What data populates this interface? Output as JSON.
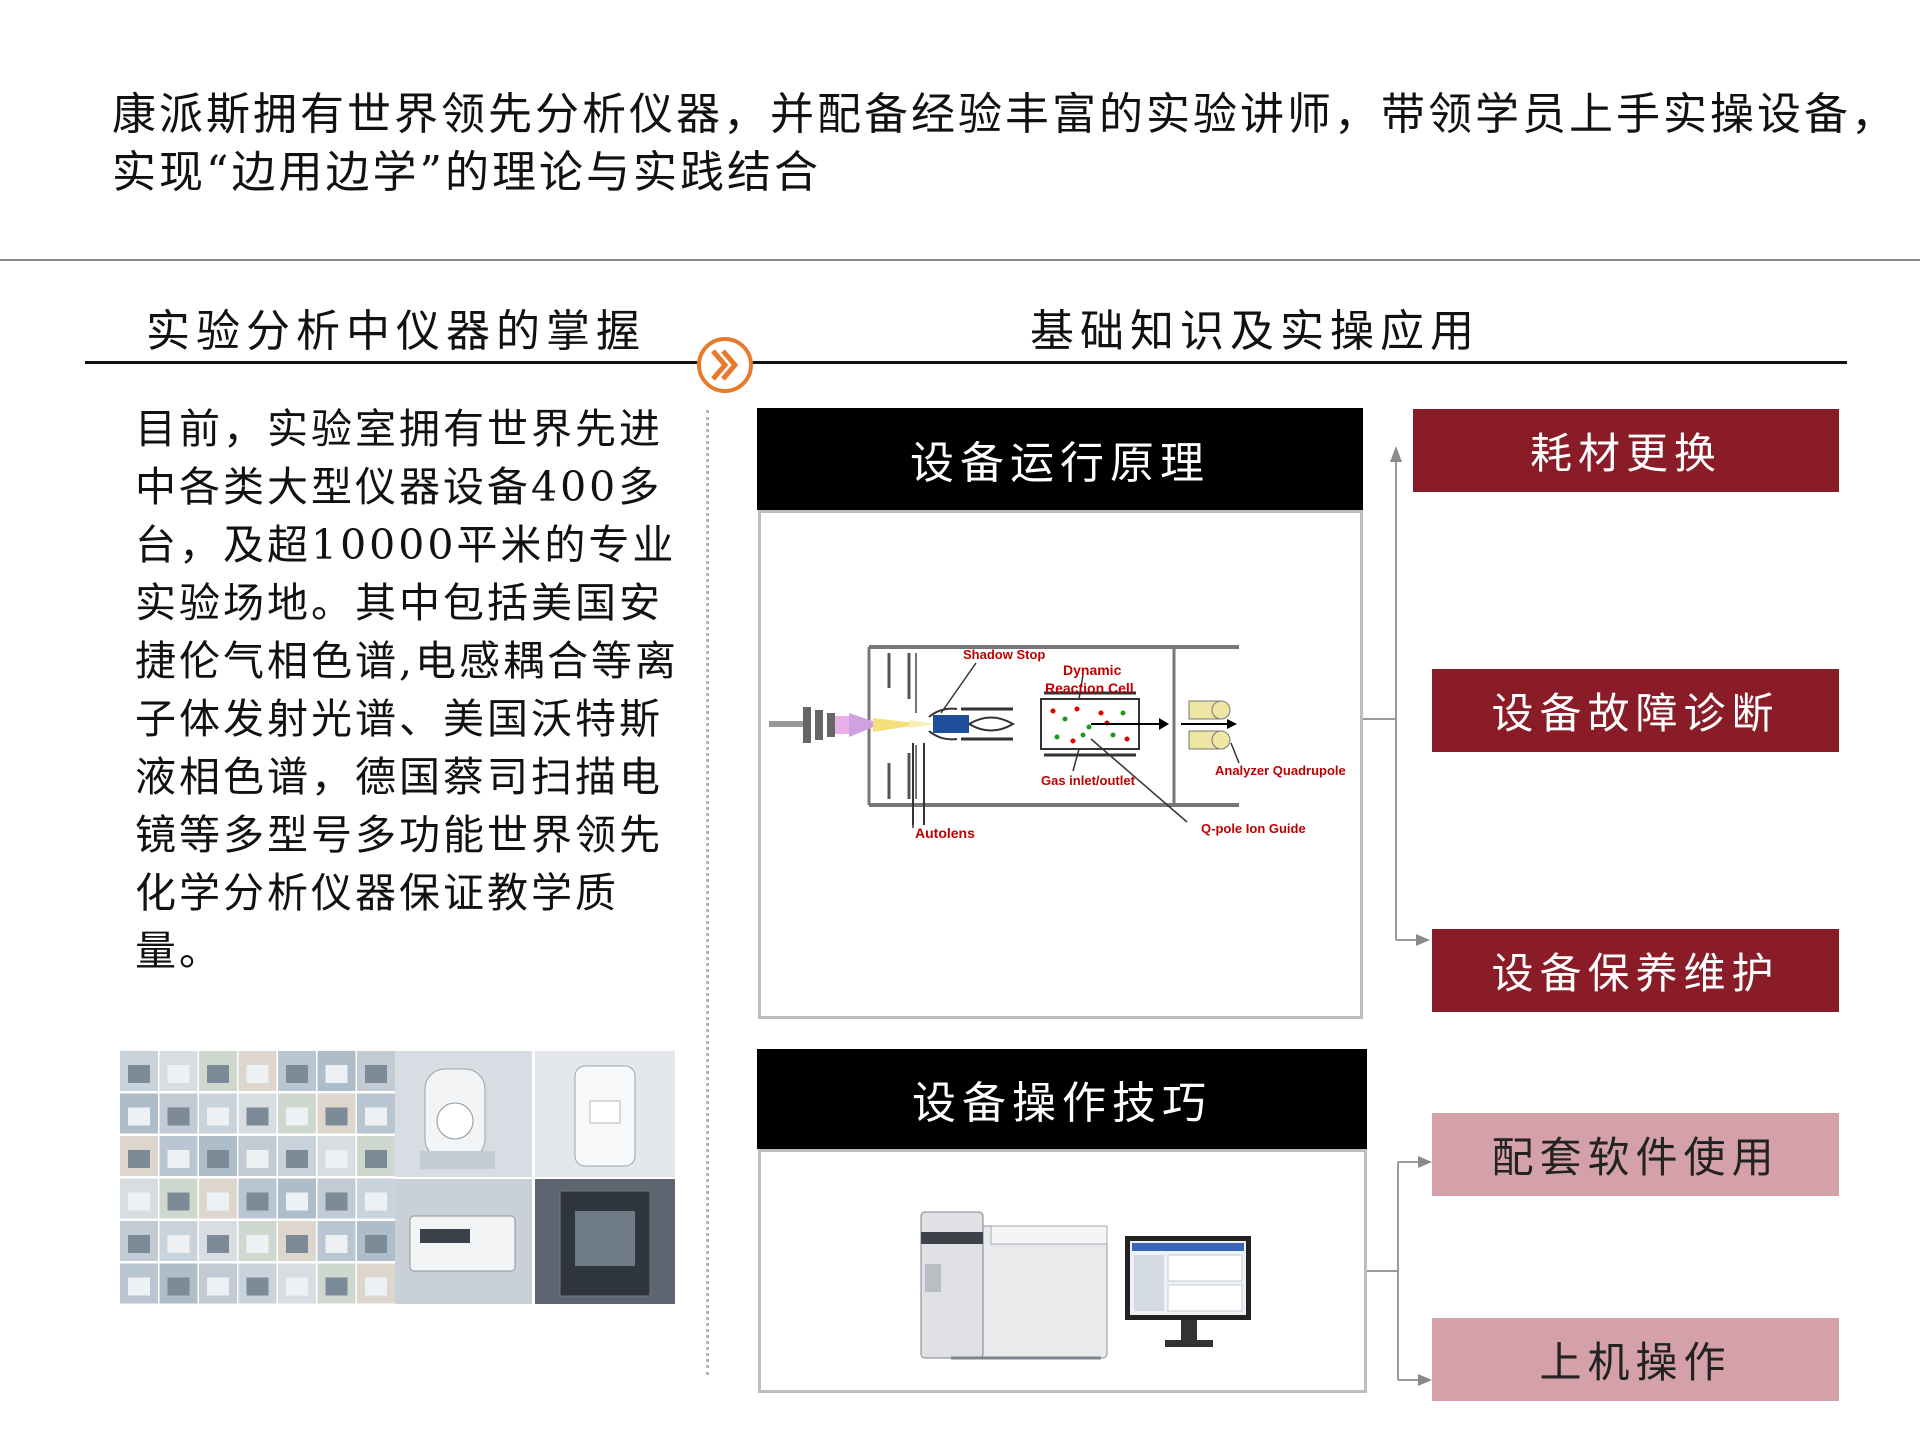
{
  "headline": "康派斯拥有世界领先分析仪器，并配备经验丰富的实验讲师，带领学员上手实操设备，实现“边用边学”的理论与实践结合",
  "left_section": {
    "title": "实验分析中仪器的掌握",
    "intro": "目前，实验室拥有世界先进中各类大型仪器设备400多台，及超10000平米的专业实验场地。其中包括美国安捷伦气相色谱,电感耦合等离子体发射光谱、美国沃特斯液相色谱，德国蔡司扫描电镜等多型号多功能世界领先化学分析仪器保证教学质量。"
  },
  "right_section": {
    "title": "基础知识及实操应用",
    "principle_panel": {
      "header": "设备运行原理",
      "diagram_labels": {
        "shadow_stop": "Shadow Stop",
        "dynamic": "Dynamic",
        "reaction_cell": "Reaction Cell",
        "gas": "Gas inlet/outlet",
        "analyzer": "Analyzer Quadrupole",
        "autolens": "Autolens",
        "qpole": "Q-pole Ion Guide"
      },
      "tags": [
        "耗材更换",
        "设备故障诊断",
        "设备保养维护"
      ]
    },
    "skills_panel": {
      "header": "设备操作技巧",
      "tags": [
        "配套软件使用",
        "上机操作"
      ]
    }
  },
  "colors": {
    "dark_tag": "#8a1c28",
    "light_tag": "#d5a1a8",
    "accent_orange": "#e87a2c",
    "diagram_red": "#c00000"
  }
}
